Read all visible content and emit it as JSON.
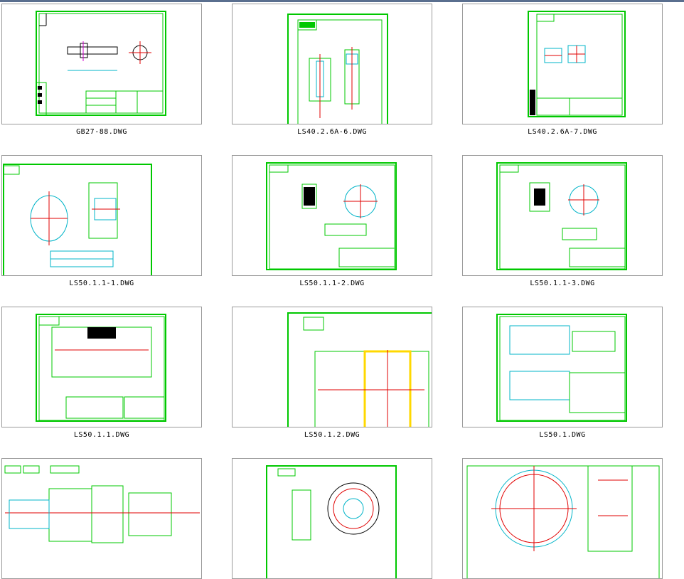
{
  "window": {
    "accent": "#5a6f8f"
  },
  "colors": {
    "frame": "#00c800",
    "cyan": "#00b4c8",
    "red": "#e00000",
    "yellow": "#ffd800"
  },
  "files": [
    {
      "name": "GB27-88.DWG"
    },
    {
      "name": "LS40.2.6A-6.DWG"
    },
    {
      "name": "LS40.2.6A-7.DWG"
    },
    {
      "name": "LS50.1.1-1.DWG"
    },
    {
      "name": "LS50.1.1-2.DWG"
    },
    {
      "name": "LS50.1.1-3.DWG"
    },
    {
      "name": "LS50.1.1.DWG"
    },
    {
      "name": "LS50.1.2.DWG"
    },
    {
      "name": "LS50.1.DWG"
    },
    {
      "name": ""
    },
    {
      "name": ""
    },
    {
      "name": ""
    }
  ]
}
